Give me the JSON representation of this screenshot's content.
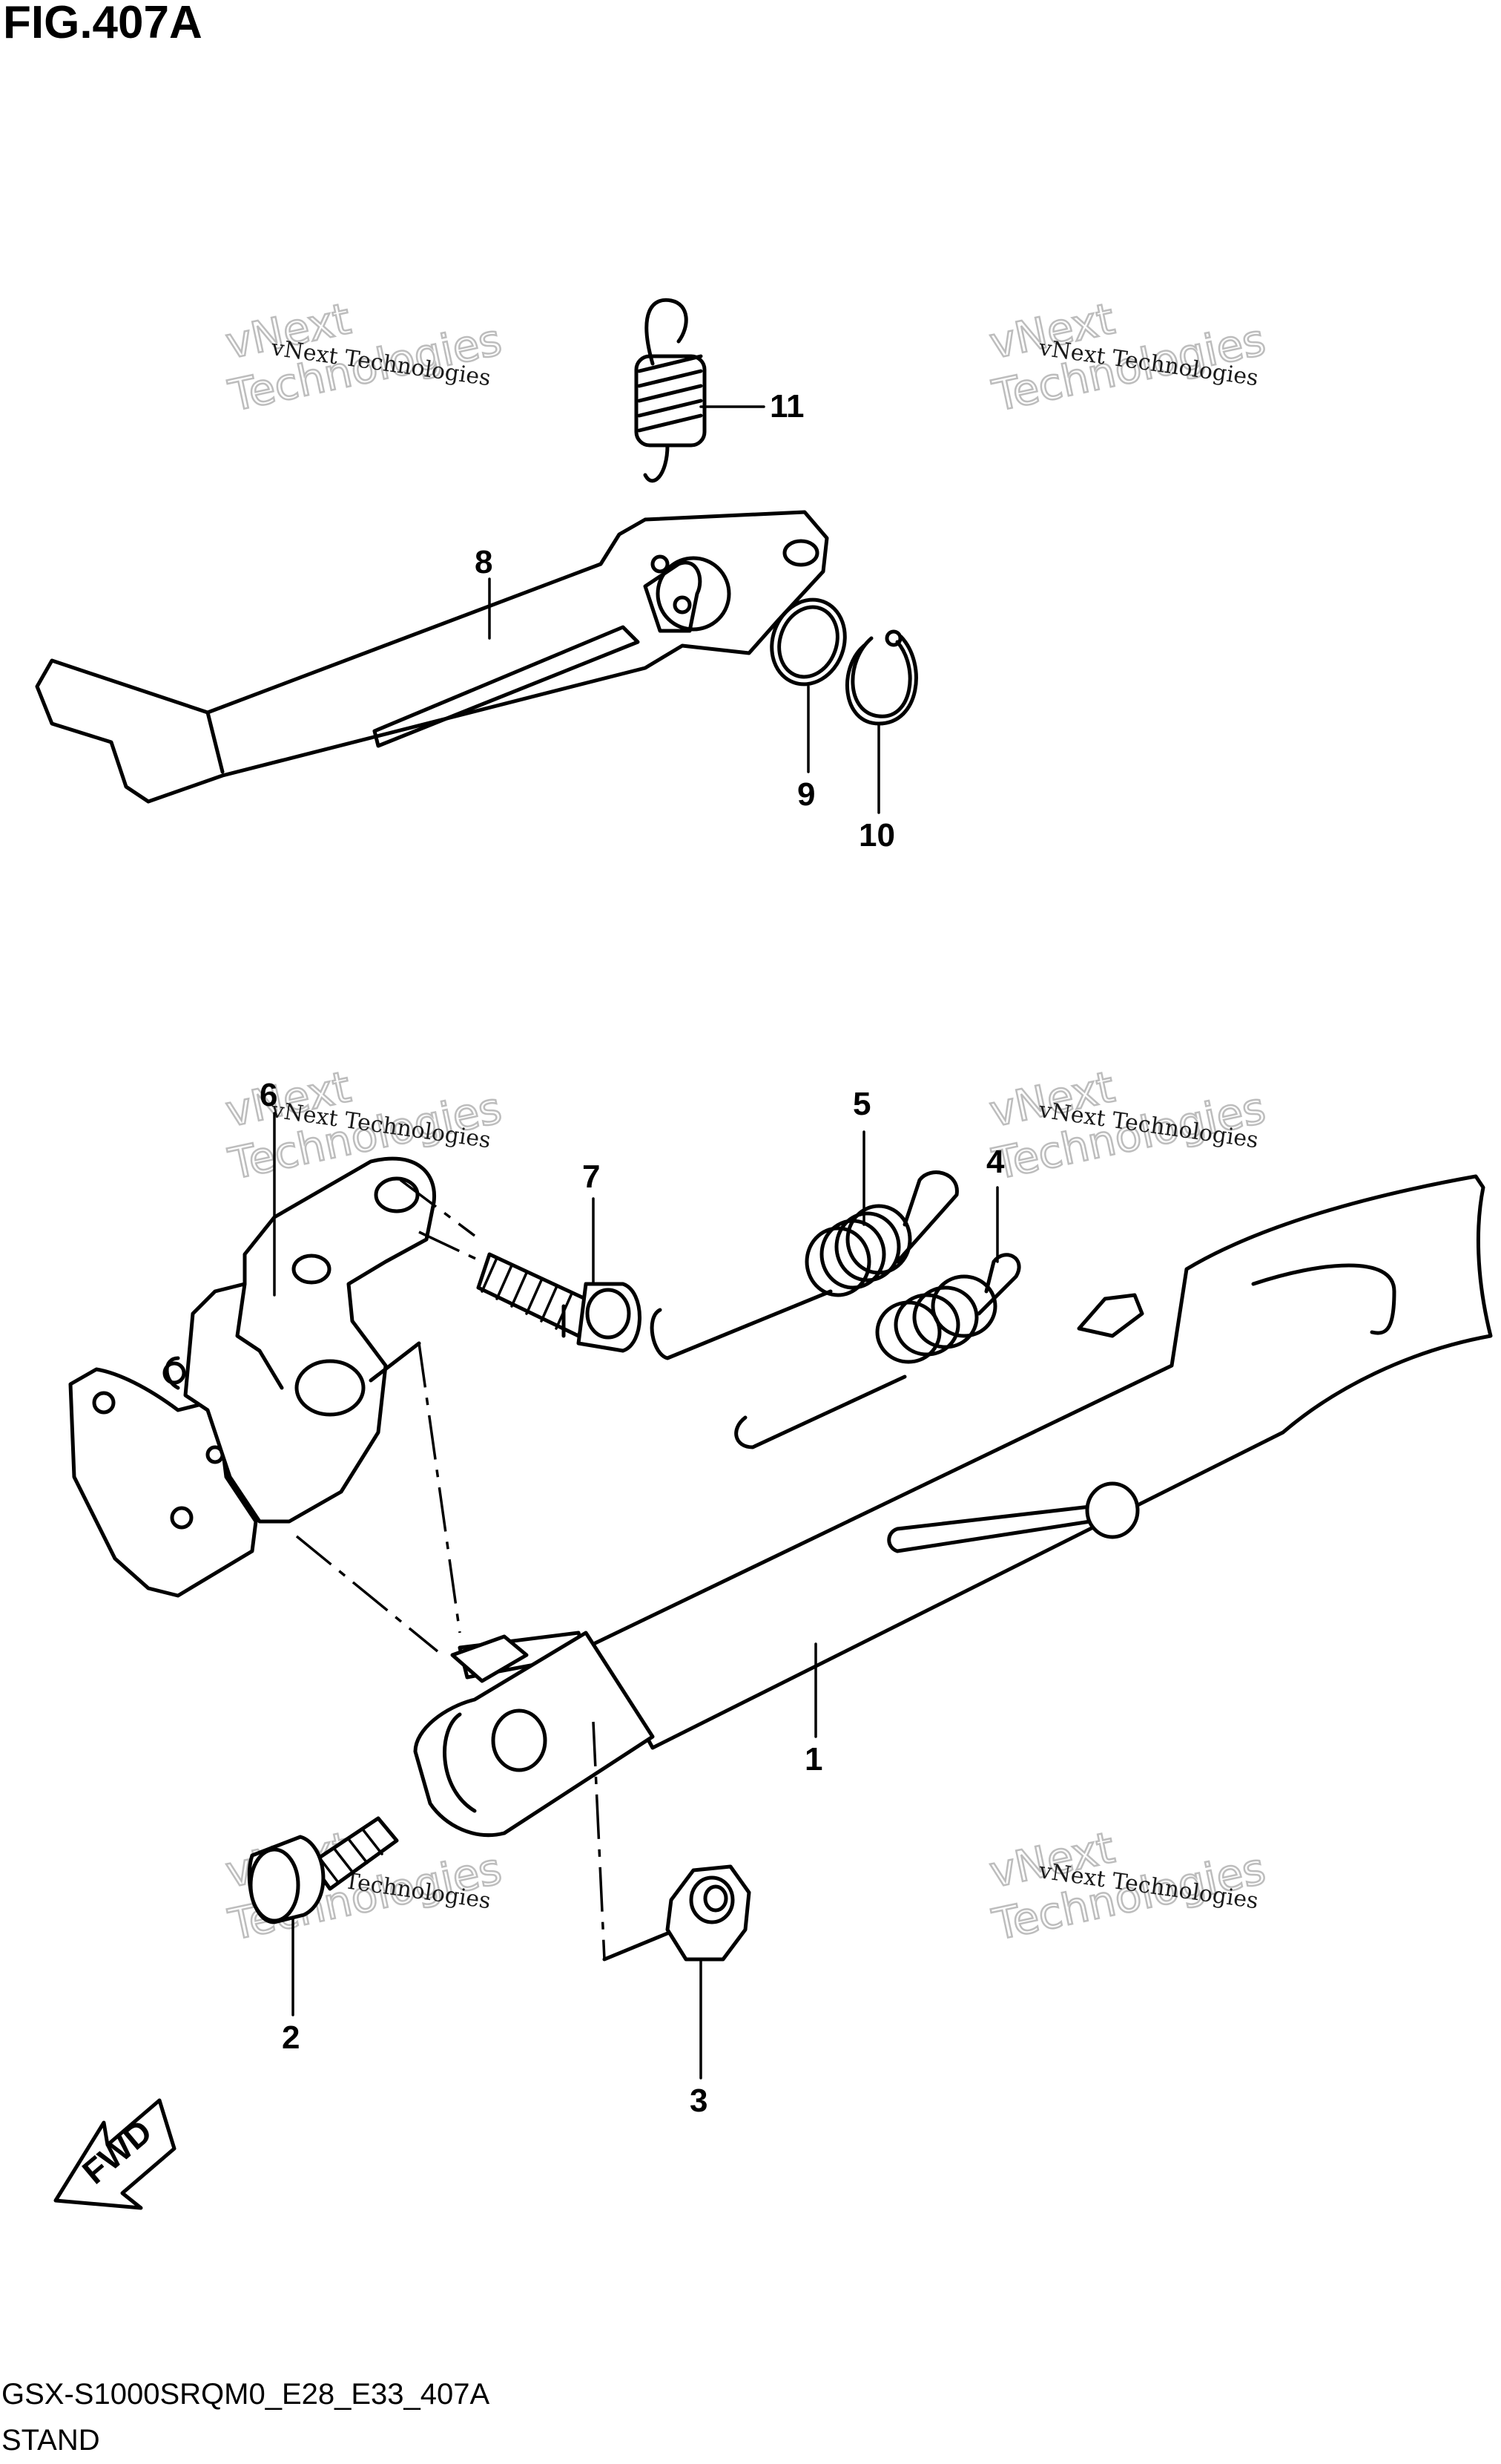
{
  "figure": {
    "title": "FIG.407A",
    "code": "GSX-S1000SRQM0_E28_E33_407A",
    "name": "STAND"
  },
  "watermark": {
    "line1": "vNext Technologies",
    "big_top": "vNext",
    "big_bottom": "Technologies"
  },
  "fwd_label": "FWD",
  "callouts": [
    {
      "id": "1",
      "label": "1"
    },
    {
      "id": "2",
      "label": "2"
    },
    {
      "id": "3",
      "label": "3"
    },
    {
      "id": "4",
      "label": "4"
    },
    {
      "id": "5",
      "label": "5"
    },
    {
      "id": "6",
      "label": "6"
    },
    {
      "id": "7",
      "label": "7"
    },
    {
      "id": "8",
      "label": "8"
    },
    {
      "id": "9",
      "label": "9"
    },
    {
      "id": "10",
      "label": "10"
    },
    {
      "id": "11",
      "label": "11"
    }
  ]
}
